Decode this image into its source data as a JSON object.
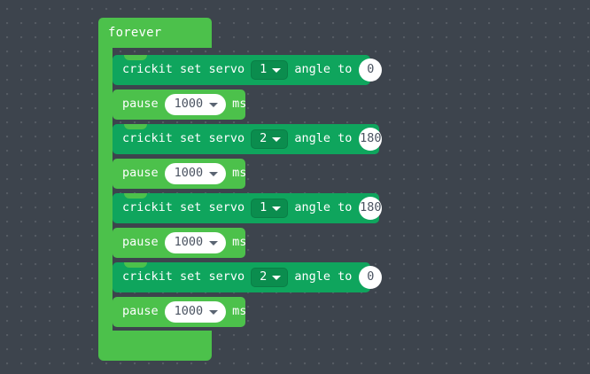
{
  "editor": {
    "background_color": "#3d444d",
    "grid_dot_color": "#575e68"
  },
  "palette": {
    "loop_block_color": "#4cc14b",
    "crickit_block_color": "#0fa55d",
    "dropdown_dark_color": "#0b8d4e",
    "field_white_color": "#ffffff",
    "field_text_color": "#4a5361",
    "block_text_color": "#ffffff"
  },
  "program": {
    "root": {
      "label": "forever",
      "name": "forever-loop"
    },
    "statements": [
      {
        "kind": "crickit-set-servo",
        "label_before": "crickit set servo",
        "servo": "1",
        "label_middle": "angle to",
        "angle": "0"
      },
      {
        "kind": "pause",
        "label_before": "pause",
        "duration": "1000",
        "label_after": "ms"
      },
      {
        "kind": "crickit-set-servo",
        "label_before": "crickit set servo",
        "servo": "2",
        "label_middle": "angle to",
        "angle": "180"
      },
      {
        "kind": "pause",
        "label_before": "pause",
        "duration": "1000",
        "label_after": "ms"
      },
      {
        "kind": "crickit-set-servo",
        "label_before": "crickit set servo",
        "servo": "1",
        "label_middle": "angle to",
        "angle": "180"
      },
      {
        "kind": "pause",
        "label_before": "pause",
        "duration": "1000",
        "label_after": "ms"
      },
      {
        "kind": "crickit-set-servo",
        "label_before": "crickit set servo",
        "servo": "2",
        "label_middle": "angle to",
        "angle": "0"
      },
      {
        "kind": "pause",
        "label_before": "pause",
        "duration": "1000",
        "label_after": "ms"
      }
    ]
  },
  "icons": {
    "caret": "chevron-down-icon"
  }
}
